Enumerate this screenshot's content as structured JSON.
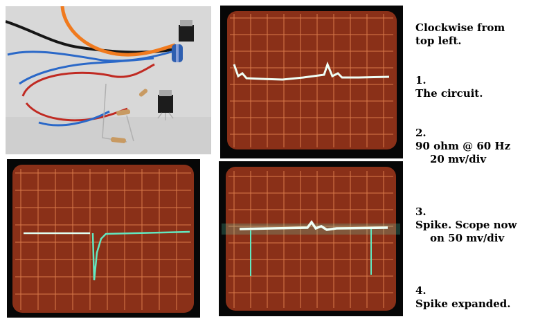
{
  "caption": {
    "heading": "Clockwise from\ntop left.",
    "items": [
      {
        "number": "1.",
        "text": "The circuit."
      },
      {
        "number": "2.",
        "text": "90 ohm @ 60 Hz",
        "sub": "20 mv/div"
      },
      {
        "number": "3.",
        "text": "Spike. Scope now",
        "sub": "on 50 mv/div"
      },
      {
        "number": "4.",
        "text": "Spike expanded."
      }
    ]
  },
  "colors": {
    "scope_background": "#070707",
    "scope_screen": "#8a3018",
    "grid_line": "#d97a4a",
    "trace": "#eefff6",
    "trace_glow": "#62e8c0",
    "photo_background": "#d9d9d9"
  }
}
